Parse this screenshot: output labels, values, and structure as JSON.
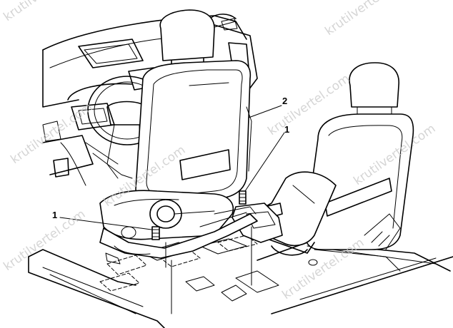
{
  "callouts": [
    {
      "id": "1a",
      "text": "1"
    },
    {
      "id": "1b",
      "text": "1"
    },
    {
      "id": "2",
      "text": "2"
    }
  ],
  "watermark": {
    "text": "krutilvertel.com"
  }
}
